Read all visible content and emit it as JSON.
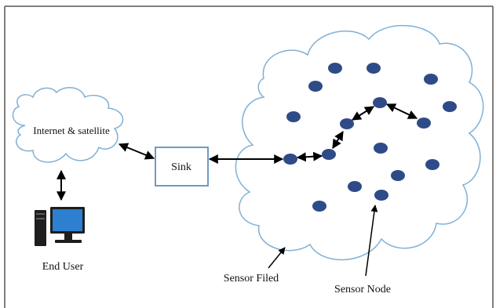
{
  "labels": {
    "internet": "Internet & satellite",
    "sink": "Sink",
    "end_user": "End User",
    "sensor_field": "Sensor Filed",
    "sensor_node": "Sensor Node"
  },
  "icons": {
    "cloud": "cloud-icon",
    "computer": "desktop-computer-icon",
    "sensor": "sensor-node-icon"
  },
  "colors": {
    "cloud_outline": "#7fb0d6",
    "sink_border": "#5f8fbf",
    "node_fill": "#2f4b87",
    "arrow": "#000000",
    "frame": "#555555"
  }
}
